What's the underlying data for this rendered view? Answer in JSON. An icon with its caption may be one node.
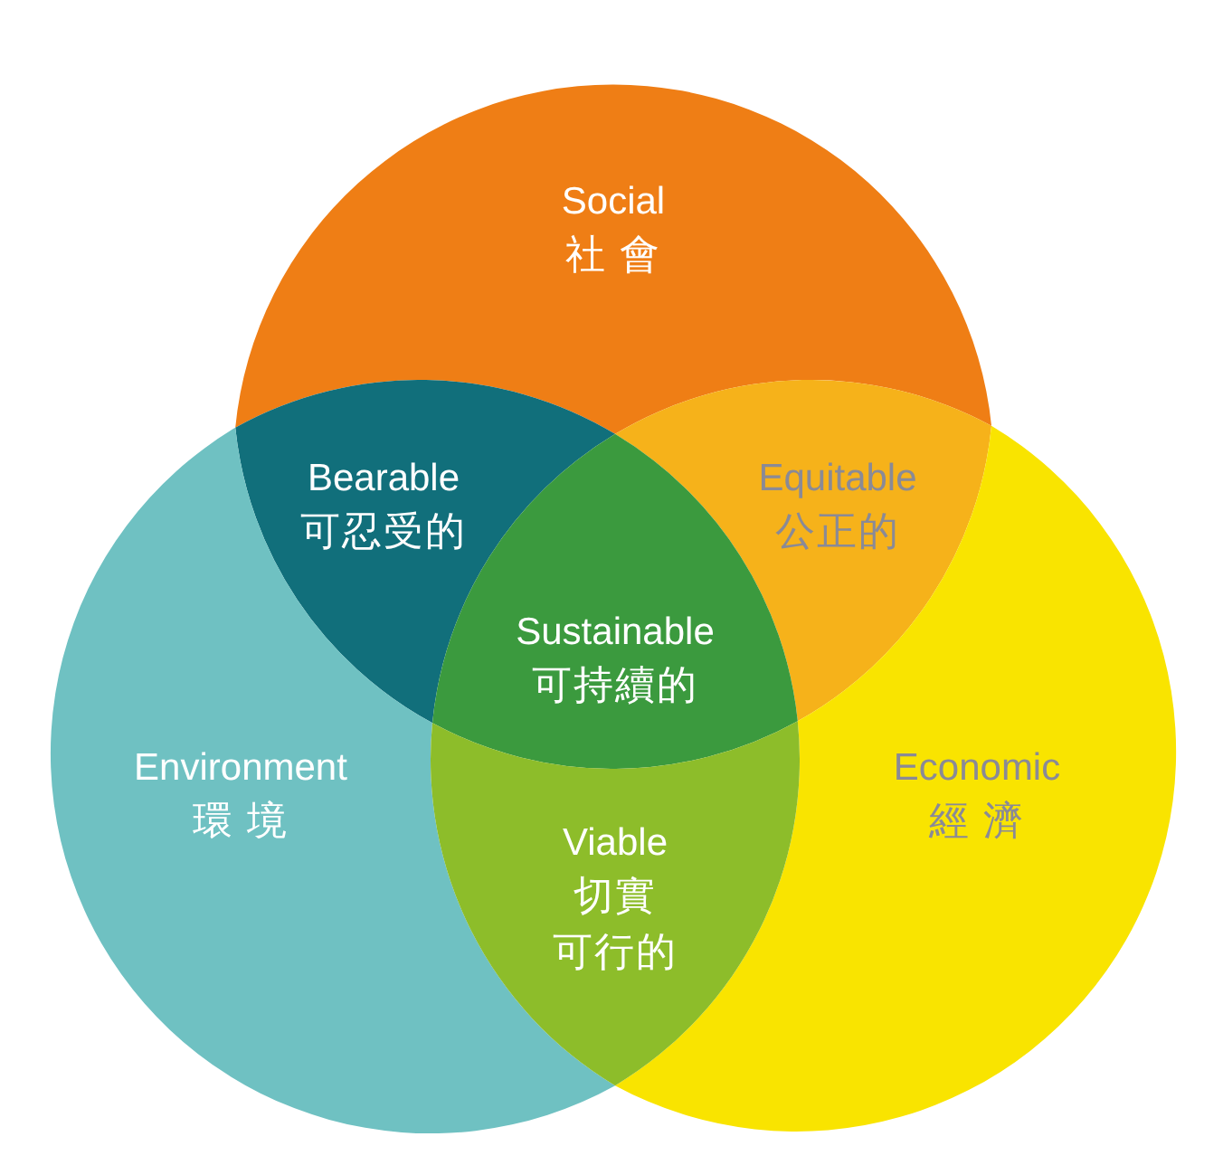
{
  "diagram": {
    "nodes": [
      {
        "text": [
          "Social",
          "社 會"
        ]
      },
      {
        "text": [
          "Bearable",
          "可忍受的"
        ]
      },
      {
        "text": [
          "Equitable",
          "公正的"
        ]
      },
      {
        "text": [
          "Sustainable",
          "可持續的"
        ]
      },
      {
        "text": [
          "Environment",
          "環 境"
        ]
      },
      {
        "text": [
          "Economic",
          "經 濟"
        ]
      },
      {
        "text": [
          "Viable",
          "切實",
          "可行的"
        ]
      }
    ],
    "edges": []
  }
}
